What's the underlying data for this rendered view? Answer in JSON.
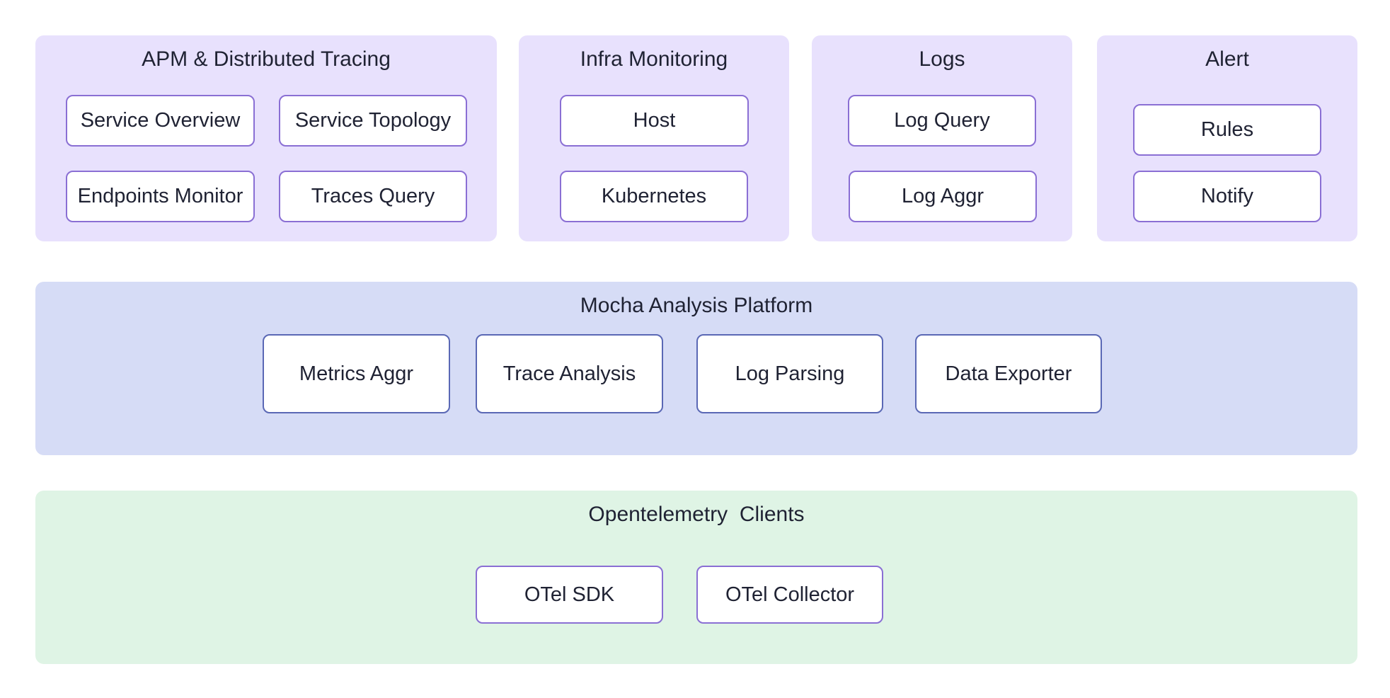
{
  "groups": {
    "apm": {
      "title": "APM & Distributed Tracing",
      "nodes": [
        "Service Overview",
        "Service Topology",
        "Endpoints Monitor",
        "Traces Query"
      ]
    },
    "infra": {
      "title": "Infra Monitoring",
      "nodes": [
        "Host",
        "Kubernetes"
      ]
    },
    "logs": {
      "title": "Logs",
      "nodes": [
        "Log Query",
        "Log Aggr"
      ]
    },
    "alert": {
      "title": "Alert",
      "nodes": [
        "Rules",
        "Notify"
      ]
    },
    "mocha": {
      "title": "Mocha Analysis Platform",
      "nodes": [
        "Metrics Aggr",
        "Trace Analysis",
        "Log Parsing",
        "Data Exporter"
      ]
    },
    "otel": {
      "title": "Opentelemetry  Clients",
      "nodes": [
        "OTel SDK",
        "OTel Collector"
      ]
    }
  },
  "colors": {
    "top_group_bg": "#e8e1fd",
    "middle_group_bg": "#d6dcf6",
    "bottom_group_bg": "#dff4e5",
    "node_border_purple": "#8a6fd4",
    "node_border_blue": "#5a68b5",
    "text": "#1f2233"
  }
}
